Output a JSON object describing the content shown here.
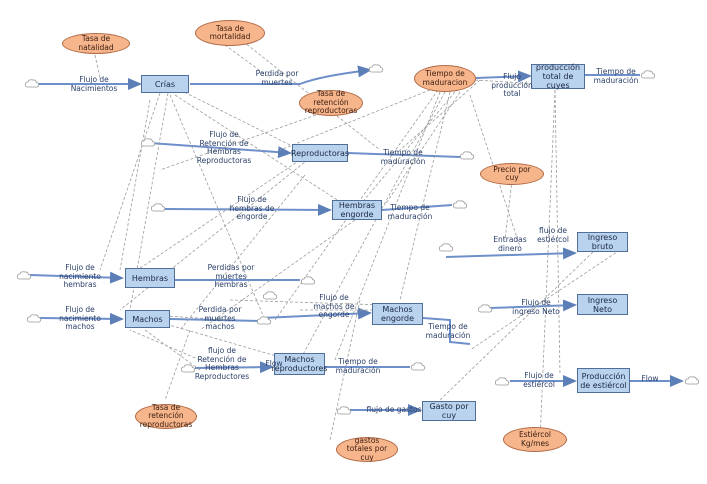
{
  "stocks": {
    "crias": "Crías",
    "reproductoras": "Reproductoras",
    "hembras_engorde": "Hembras engorde",
    "hembras": "Hembras",
    "machos": "Machos",
    "machos_engorde": "Machos engorde",
    "machos_reproductores": "Machos reproductores",
    "produccion_total": "producción total de cuyes",
    "ingreso_bruto": "Ingreso bruto",
    "ingreso_neto": "Ingreso Neto",
    "produccion_estiercol": "Producción de estiércol",
    "gasto_por_cuy": "Gasto por cuy"
  },
  "aux": {
    "tasa_natalidad": "Tasa de natalidad",
    "tasa_mortalidad": "Tasa de mortalidad",
    "tasa_retencion_1": "Tasa de retención reproductoras",
    "tiempo_maduracion": "Tiempo de maduracion",
    "precio_cuy": "Precio por cuy",
    "tasa_retencion_2": "Tasa de retención reproductoras",
    "estiercol_kg": "Estiércol Kg/mes",
    "gastos_totales": "gastos totales por cuy"
  },
  "labels": {
    "flujo_nacimientos": "Flujo de\nNacimientos",
    "perdida_muertes_1": "Perdida por\nmuertes",
    "flujo_retencion_1": "Flujo de\nRetención de\nHembras\nReproductoras",
    "tiempo_mad_1": "Tiempo de\nmaduración",
    "flujo_produccion_total": "Flujo\nproducción\ntotal",
    "tiempo_mad_2": "Tiempo de\nmaduración",
    "flujo_hembras_engorde": "Flujo de\nhembras de\nengorde",
    "tiempo_mad_3": "Tiempo de\nmaduración",
    "flujo_estiercol_1": "flujo de\nestiércol",
    "entradas_dinero": "Entradas\ndinero",
    "flujo_nac_hembras": "Flujo de\nnacimiento\nhembras",
    "perdidas_muertes_hembras": "Perdidas por\nmuertes\nhembras",
    "flujo_nac_machos": "Flujo de\nnacimiento\nmachos",
    "perdida_muertes_machos": "Perdida por\nmuertes\nmachos",
    "flujo_machos_engorde": "Flujo de\nmachos de\nengorde",
    "flujo_ingreso_neto": "Flujo de\ningreso Neto",
    "tiempo_mad_4": "Tiempo de\nmaduración",
    "flujo_retencion_2": "flujo de\nRetención de\nHembras\nReproductores",
    "flow_1": "Flow",
    "tiempo_mad_5": "Tiempo de\nmaduración",
    "flujo_estiercol_2": "Flujo de\nestiércol",
    "flow_2": "Flow",
    "flujo_gastos": "flujo de gastos"
  }
}
